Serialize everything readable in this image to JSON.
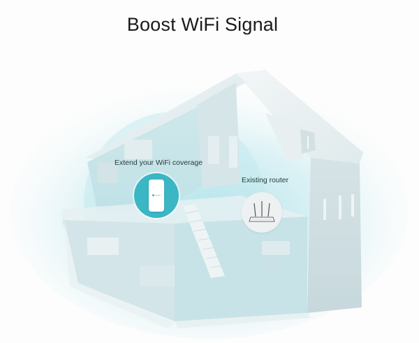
{
  "title": "Boost WiFi Signal",
  "callouts": {
    "extender": {
      "label": "Extend your WiFi coverage",
      "icon": "range-extender-icon",
      "badge_color": "#3bb6c4"
    },
    "router": {
      "label": "Existing router",
      "icon": "router-icon",
      "badge_color": "#eef1f1"
    }
  },
  "colors": {
    "background": "#fdfdfd",
    "coverage_glow": "#bfe6ec",
    "house_light": "#e6eff1",
    "house_mid": "#cfe0e4",
    "house_dark": "#b7cdd2",
    "accent": "#3bb6c4"
  }
}
